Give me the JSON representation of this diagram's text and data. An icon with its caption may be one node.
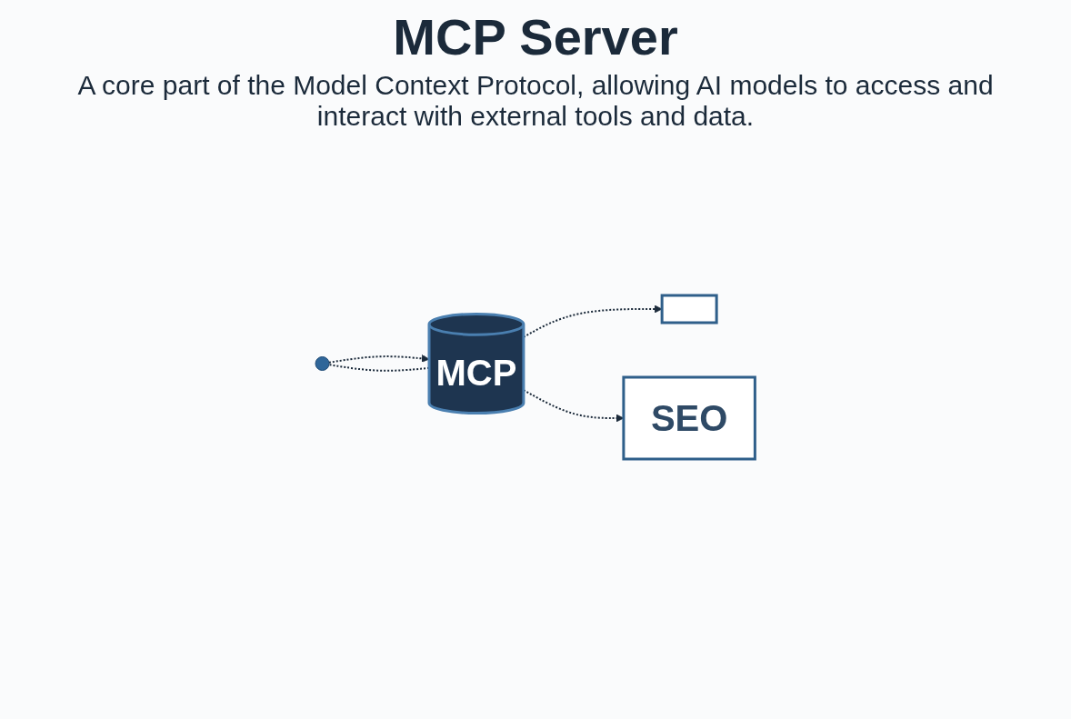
{
  "diagram": {
    "title": "MCP Server",
    "nodes": [
      {
        "text": [],
        "shape": "person"
      },
      {
        "text": [
          "MCP"
        ]
      },
      {
        "text": [],
        "shape": "box"
      },
      {
        "text": [
          "SEO"
        ]
      }
    ],
    "edges": [
      {
        "from": 0,
        "to": 1,
        "arrow": "to",
        "style": "dashed"
      },
      {
        "from": 1,
        "to": 2,
        "arrow": "to",
        "style": "dashed"
      },
      {
        "from": 1,
        "to": 3,
        "arrow": "to",
        "style": "dashed"
      },
      {
        "from": 1,
        "to": 0,
        "arrow": "none",
        "style": "dashed"
      }
    ],
    "labels": [
      "A core part of the Model Context Protocol, allowing AI models to access and interact with external tools and data."
    ]
  }
}
